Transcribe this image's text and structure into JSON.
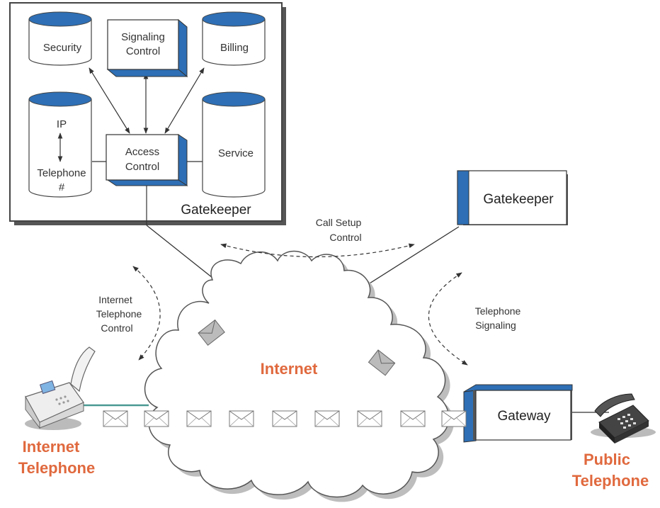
{
  "gatekeeper_main": {
    "title": "Gatekeeper",
    "security": "Security",
    "signaling_line1": "Signaling",
    "signaling_line2": "Control",
    "billing": "Billing",
    "ip": "IP",
    "telephone": "Telephone",
    "hash": "#",
    "access_line1": "Access",
    "access_line2": "Control",
    "service": "Service"
  },
  "gatekeeper_remote": {
    "label": "Gatekeeper"
  },
  "gateway": {
    "label": "Gateway"
  },
  "cloud": {
    "label": "Internet"
  },
  "annotations": {
    "call_setup_line1": "Call Setup",
    "call_setup_line2": "Control",
    "internet_tel_line1": "Internet",
    "internet_tel_line2": "Telephone",
    "internet_tel_line3": "Control",
    "tel_signaling_line1": "Telephone",
    "tel_signaling_line2": "Signaling"
  },
  "endpoints": {
    "internet_phone_line1": "Internet",
    "internet_phone_line2": "Telephone",
    "public_phone_line1": "Public",
    "public_phone_line2": "Telephone"
  },
  "colors": {
    "accent_blue": "#2e6fb5",
    "label_orange": "#e0693e",
    "cable_teal": "#4a9a94"
  }
}
